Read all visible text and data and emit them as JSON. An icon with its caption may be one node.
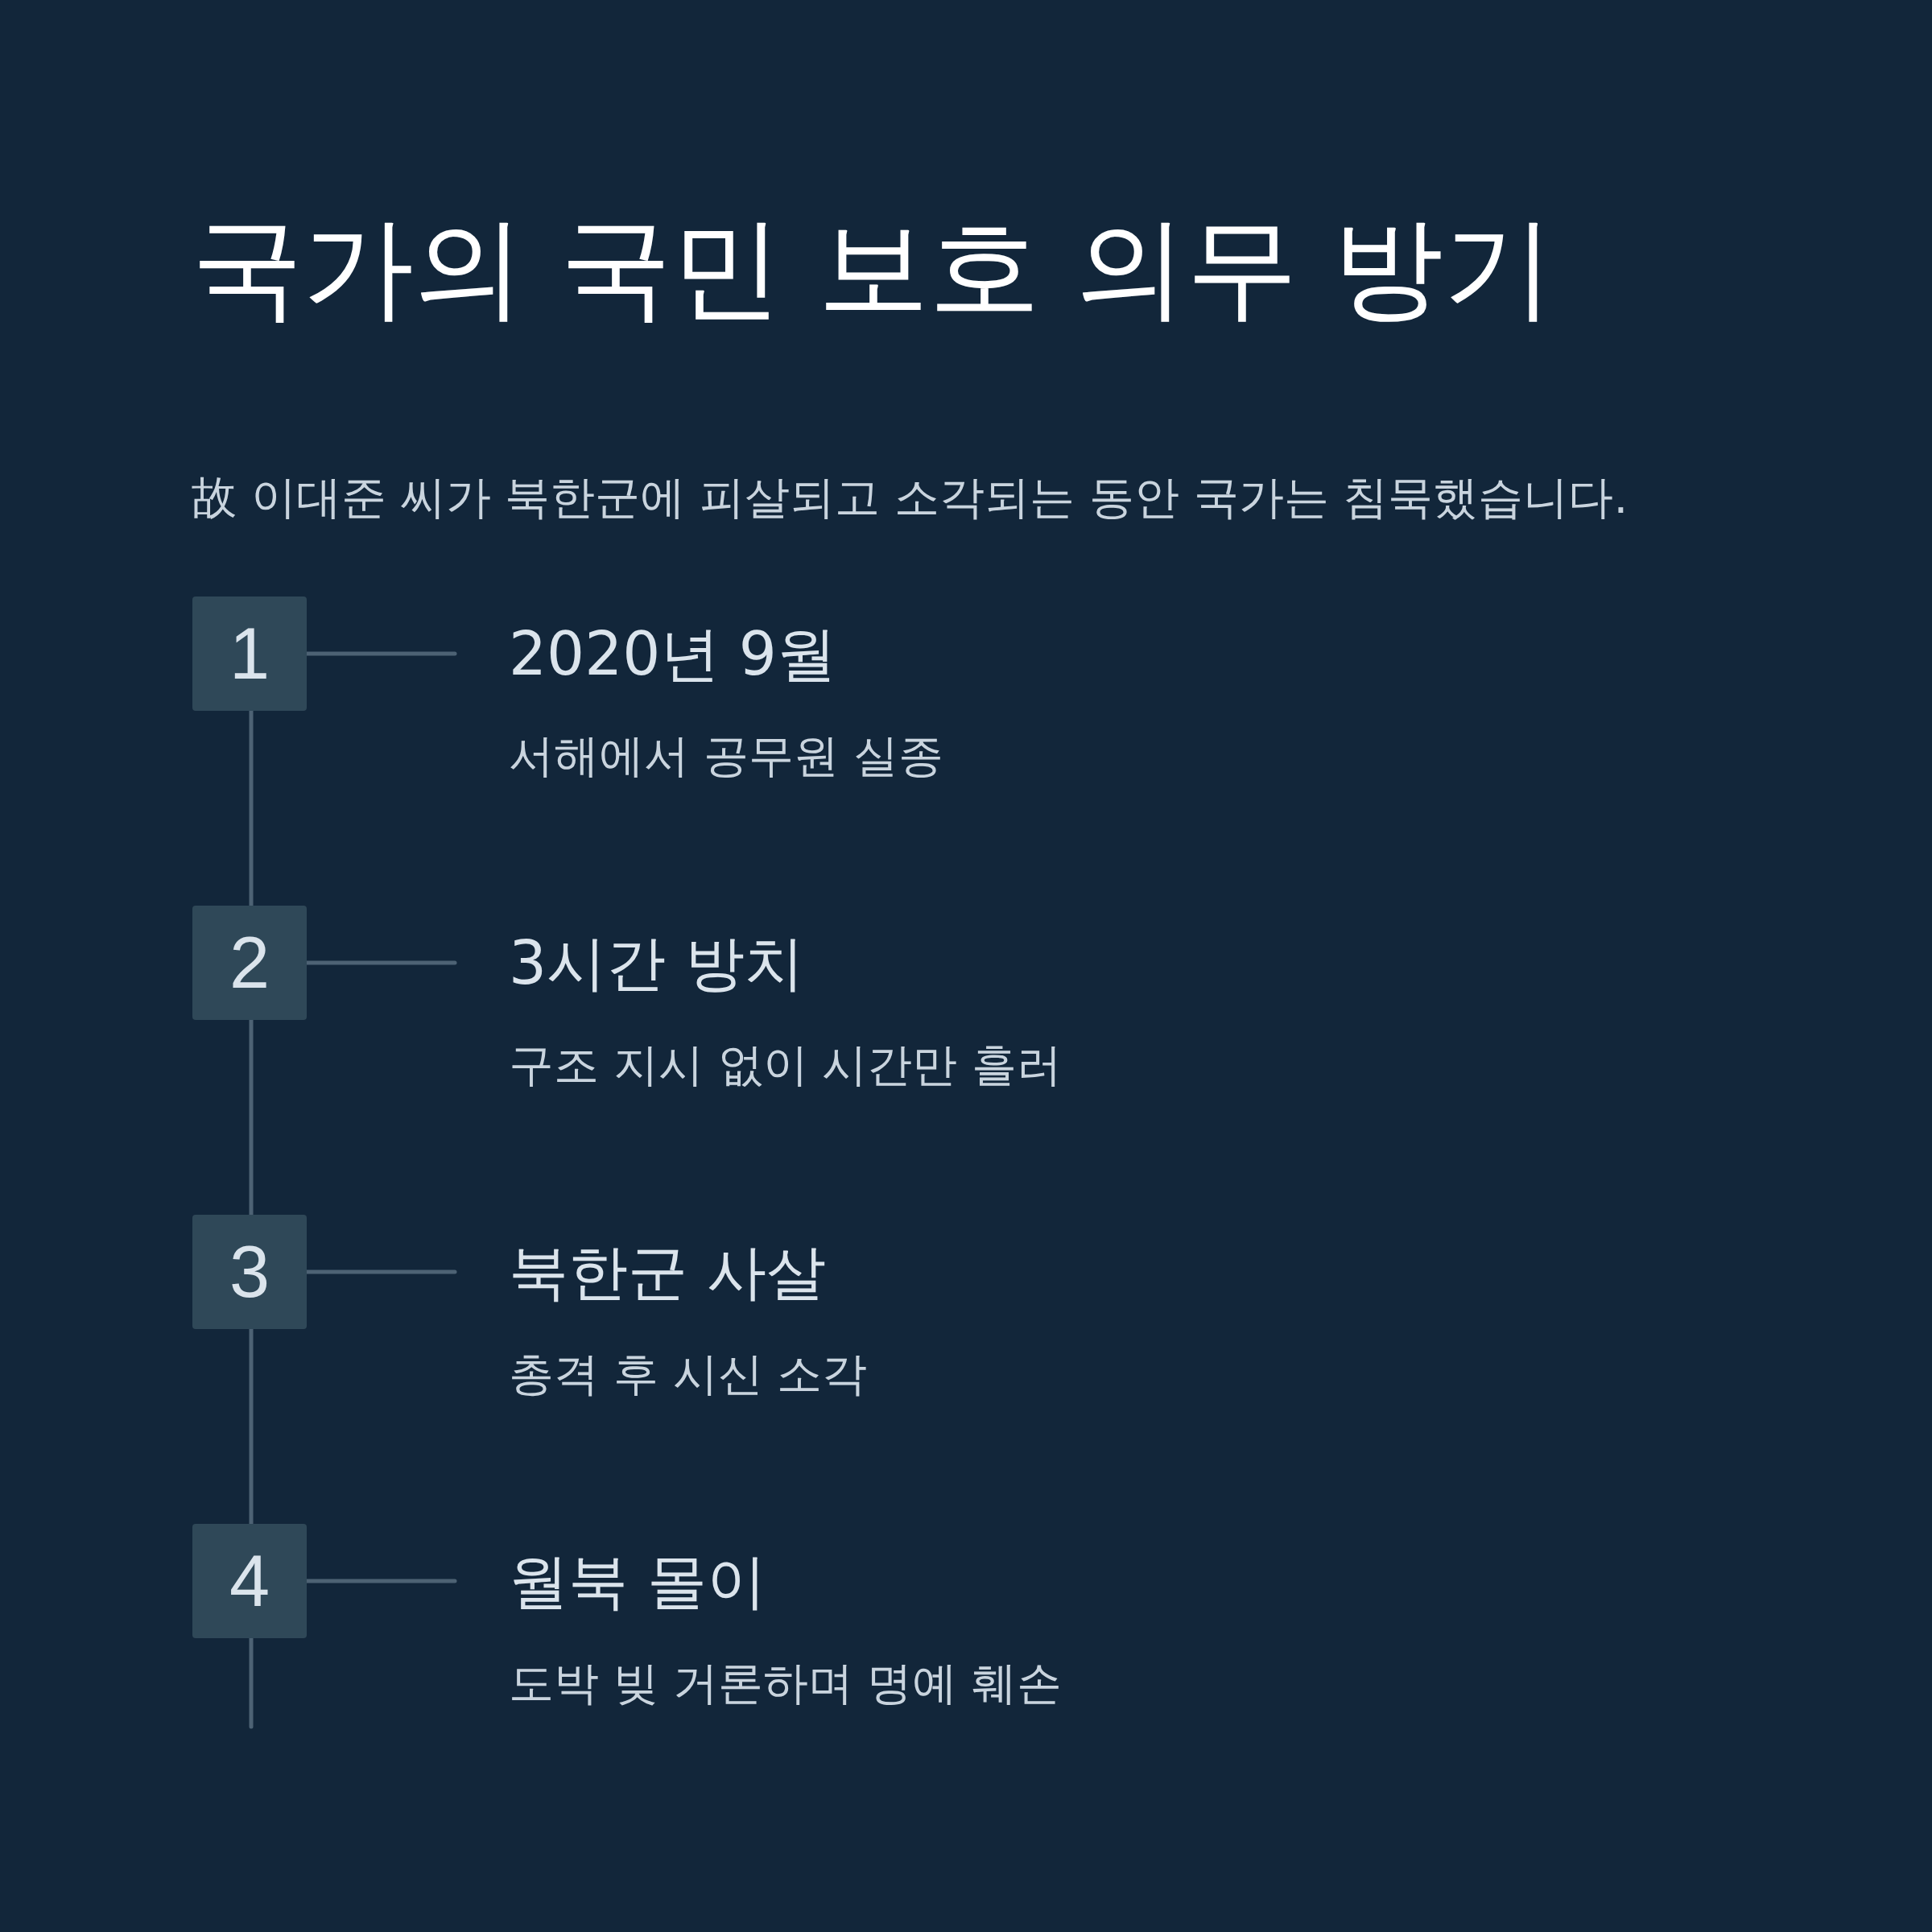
{
  "diagram": {
    "title": "국가의 국민 보호 의무 방기",
    "nodes": [
      {
        "text": [
          "1"
        ]
      },
      {
        "text": [
          "2020년 9월",
          "서해에서 공무원 실종"
        ]
      },
      {
        "text": [
          "2"
        ]
      },
      {
        "text": [
          "3시간 방치",
          "구조 지시 없이 시간만 흘러"
        ]
      },
      {
        "text": [
          "3"
        ]
      },
      {
        "text": [
          "북한군 사살",
          "총격 후 시신 소각"
        ]
      },
      {
        "text": [
          "4"
        ]
      },
      {
        "text": [
          "월북 몰이",
          "도박 빚 거론하며 명예 훼손"
        ]
      }
    ],
    "edges": [
      {
        "from": 0,
        "to": 1,
        "arrow": "none"
      },
      {
        "from": 0,
        "to": 2,
        "arrow": "none"
      },
      {
        "from": 2,
        "to": 3,
        "arrow": "none"
      },
      {
        "from": 2,
        "to": 4,
        "arrow": "none"
      },
      {
        "from": 4,
        "to": 5,
        "arrow": "none"
      },
      {
        "from": 4,
        "to": 6,
        "arrow": "none"
      },
      {
        "from": 6,
        "to": 7,
        "arrow": "none"
      },
      {
        "from": 6,
        "to": null,
        "arrow": "none"
      }
    ],
    "labels": [
      "故 이대준 씨가 북한군에 피살되고 소각되는 동안 국가는 침묵했습니다."
    ]
  }
}
